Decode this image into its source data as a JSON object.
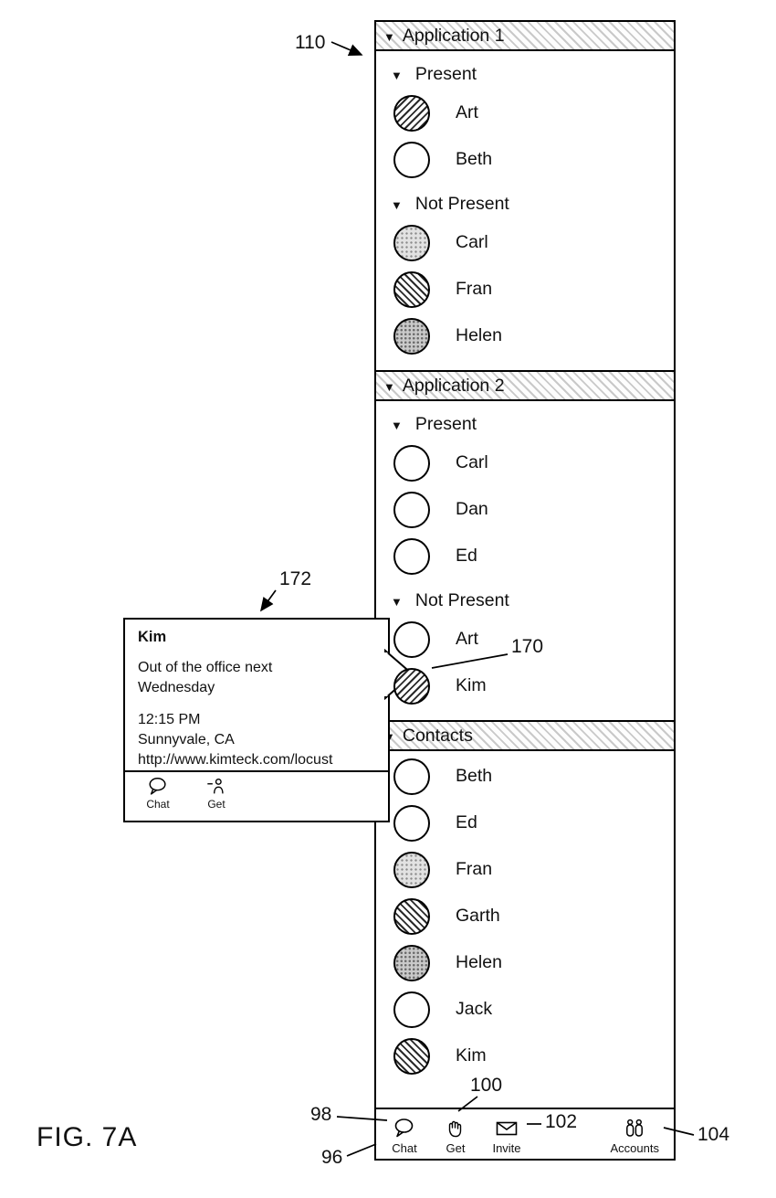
{
  "figure": {
    "label": "FIG. 7A"
  },
  "callouts": [
    {
      "id": "panel",
      "num": "110"
    },
    {
      "id": "tooltip",
      "num": "172"
    },
    {
      "id": "kim-row",
      "num": "170"
    },
    {
      "id": "chat-button",
      "num": "98"
    },
    {
      "id": "get-button",
      "num": "100"
    },
    {
      "id": "invite-button",
      "num": "102"
    },
    {
      "id": "accounts-button",
      "num": "104"
    },
    {
      "id": "toolbar",
      "num": "96"
    }
  ],
  "panel": {
    "sections": [
      {
        "title": "Application 1",
        "groups": [
          {
            "label": "Present",
            "contacts": [
              {
                "name": "Art",
                "presence_fill": "hatch-fwd"
              },
              {
                "name": "Beth",
                "presence_fill": "empty"
              }
            ]
          },
          {
            "label": "Not Present",
            "contacts": [
              {
                "name": "Carl",
                "presence_fill": "stipple"
              },
              {
                "name": "Fran",
                "presence_fill": "hatch-back"
              },
              {
                "name": "Helen",
                "presence_fill": "stipple-dark"
              }
            ]
          }
        ]
      },
      {
        "title": "Application 2",
        "groups": [
          {
            "label": "Present",
            "contacts": [
              {
                "name": "Carl",
                "presence_fill": "empty"
              },
              {
                "name": "Dan",
                "presence_fill": "empty"
              },
              {
                "name": "Ed",
                "presence_fill": "empty"
              }
            ]
          },
          {
            "label": "Not Present",
            "contacts": [
              {
                "name": "Art",
                "presence_fill": "empty"
              },
              {
                "name": "Kim",
                "presence_fill": "hatch-fwd",
                "callout": "170"
              }
            ]
          }
        ]
      },
      {
        "title": "Contacts",
        "groups": [
          {
            "label": null,
            "contacts": [
              {
                "name": "Beth",
                "presence_fill": "empty"
              },
              {
                "name": "Ed",
                "presence_fill": "empty"
              },
              {
                "name": "Fran",
                "presence_fill": "stipple"
              },
              {
                "name": "Garth",
                "presence_fill": "hatch-back"
              },
              {
                "name": "Helen",
                "presence_fill": "stipple-dark"
              },
              {
                "name": "Jack",
                "presence_fill": "empty"
              },
              {
                "name": "Kim",
                "presence_fill": "hatch-back"
              }
            ]
          }
        ]
      }
    ],
    "toolbar": [
      {
        "label": "Chat",
        "icon": "chat-bubble"
      },
      {
        "label": "Get",
        "icon": "hand"
      },
      {
        "label": "Invite",
        "icon": "envelope"
      },
      {
        "label": "Accounts",
        "icon": "people"
      }
    ]
  },
  "tooltip": {
    "name": "Kim",
    "status": "Out of the office next Wednesday",
    "time": "12:15 PM",
    "location": "Sunnyvale, CA",
    "url": "http://www.kimteck.com/locust",
    "actions": [
      {
        "label": "Chat",
        "icon": "chat-bubble"
      },
      {
        "label": "Get",
        "icon": "person-get"
      }
    ]
  }
}
